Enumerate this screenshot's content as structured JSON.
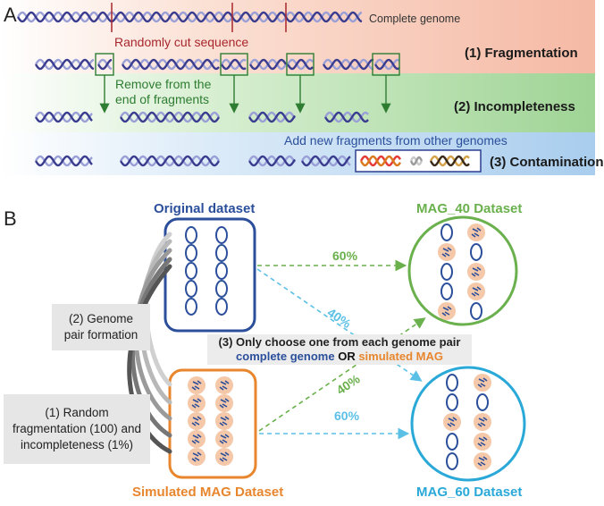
{
  "panel_a": {
    "letter": "A",
    "complete_genome": "Complete genome",
    "randomly_cut": "Randomly cut sequence",
    "remove_line1": "Remove from the",
    "remove_line2": "end of fragments",
    "add_new": "Add new fragments from other genomes",
    "stage1": "(1) Fragmentation",
    "stage2": "(2) Incompleteness",
    "stage3": "(3) Contamination",
    "colors": {
      "red_band": "#f6c7b4",
      "green_band": "#a9d8a0",
      "blue_band": "#bcd8f0",
      "helix": "#3a3d8f",
      "cut": "#a8262c",
      "box": "#2e7d32"
    }
  },
  "panel_b": {
    "letter": "B",
    "original_title": "Original dataset",
    "mag40_title": "MAG_40 Dataset",
    "mag60_title": "MAG_60 Dataset",
    "simulated_title": "Simulated MAG Dataset",
    "pair_line1": "(2) Genome",
    "pair_line2": "pair formation",
    "frag_line1": "(1) Random",
    "frag_line2": "fragmentation (100) and",
    "frag_line3": "incompleteness (1%)",
    "choose_line": "(3) Only choose one from each genome pair",
    "complete_genome": "complete genome",
    "or_word": "OR",
    "simulated_mag": "simulated MAG",
    "pct_orig_to_40": "60%",
    "pct_orig_to_60": "40%",
    "pct_sim_to_40": "40%",
    "pct_sim_to_60": "60%",
    "colors": {
      "original": "#2b4f9b",
      "mag40": "#6ab04c",
      "mag60": "#2aa9d8",
      "simulated": "#e8862e",
      "mag_fill": "#f4c8a8"
    }
  }
}
